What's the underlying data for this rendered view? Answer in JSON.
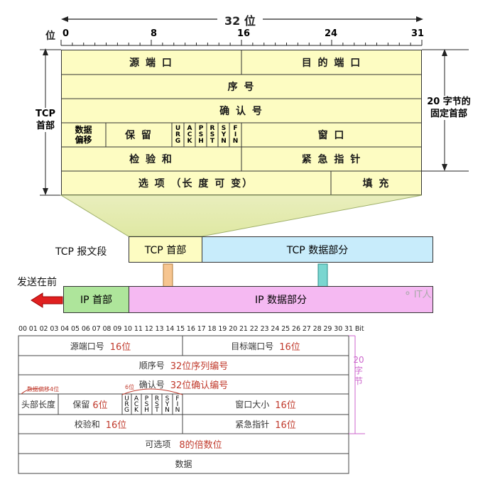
{
  "top": {
    "span_label": "32 位",
    "bit_prefix": "位",
    "bit_marks": [
      "0",
      "8",
      "16",
      "24",
      "31"
    ],
    "side_left": "TCP\n首部",
    "side_right": "20 字节的\n固定首部",
    "fields": {
      "src_port": "源 端 口",
      "dst_port": "目 的 端 口",
      "seq": "序 号",
      "ack": "确 认 号",
      "data_offset": "数据\n偏移",
      "reserved": "保 留",
      "flags": [
        "URG",
        "ACK",
        "PSH",
        "RST",
        "SYN",
        "FIN"
      ],
      "window": "窗 口",
      "checksum": "检 验 和",
      "urgent": "紧 急 指 针",
      "options": "选 项 （长 度 可 变）",
      "padding": "填 充"
    }
  },
  "segment": {
    "tcp_segment_label": "TCP 报文段",
    "tcp_header": "TCP 首部",
    "tcp_data": "TCP 数据部分",
    "send_first": "发送在前",
    "ip_header": "IP 首部",
    "ip_data": "IP 数据部分",
    "watermark": "IT人"
  },
  "bottom": {
    "bit_header": "00 01 02 03 04 05 06 07 08 09 10 11 12 13 14 15 16 17 18 19 20 21 22 23 24 25 26 27 28 29 30 31 Bit",
    "side_label": "20\n字\n节",
    "src_port": "源端口号",
    "src_bits": "16位",
    "dst_port": "目标端口号",
    "dst_bits": "16位",
    "seq": "顺序号",
    "seq_note": "32位序列编号",
    "ack": "确认号",
    "ack_note": "32位确认编号",
    "offset_note": "数据偏移4位",
    "six_note": "6位",
    "header_len": "头部长度",
    "reserved": "保留",
    "reserved_bits": "6位",
    "flags": [
      "URG",
      "ACK",
      "PSH",
      "RST",
      "SYN",
      "FIN"
    ],
    "window": "窗口大小",
    "window_bits": "16位",
    "checksum": "校验和",
    "checksum_bits": "16位",
    "urgent": "紧急指针",
    "urgent_bits": "16位",
    "options": "可选项",
    "options_note": "8的倍数位",
    "data": "数据"
  },
  "colors": {
    "header_fill": "#fdfcc2",
    "tcp_data_fill": "#c8ecfb",
    "ip_header_fill": "#aee59b",
    "ip_data_fill": "#f5b9f2",
    "note_red": "#c0392b",
    "bracket_purple": "#cc66cc"
  }
}
